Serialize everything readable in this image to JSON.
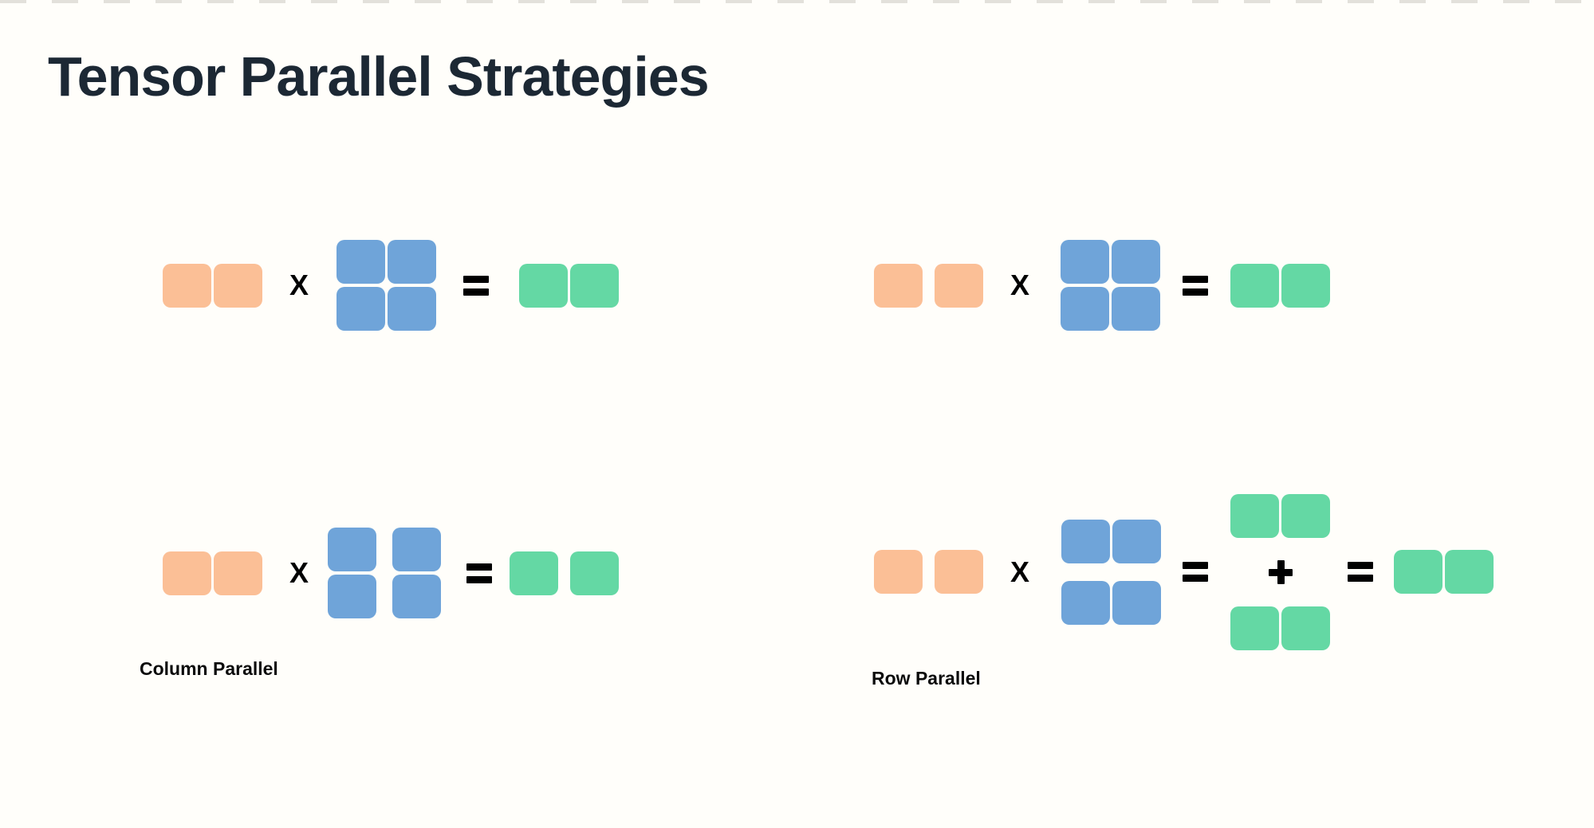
{
  "page": {
    "title": "Tensor Parallel Strategies"
  },
  "colors": {
    "background": "#FFFEFA",
    "title": "#1C2834",
    "label": "#0B0B0B",
    "symbol": "#000000",
    "orange": "#FBBF96",
    "blue": "#6FA4D9",
    "green": "#64D8A4",
    "edge": "#E3E1DB"
  },
  "symbols": {
    "multiply": "X",
    "equals": "=",
    "plus": "+"
  },
  "diagrams": {
    "top_left": {
      "equation": "activation (1x2) X weights (2x2) = output (1x2)",
      "input_cells": 2,
      "weight_cells": 4,
      "output_cells": 2,
      "weight_split": "none",
      "input_split": "none",
      "output_split": "none"
    },
    "top_right": {
      "equation": "activation (1x2) X weights (2x2) = output (1x2)",
      "input_cells": 2,
      "weight_cells": 4,
      "output_cells": 2,
      "weight_split": "none",
      "input_split": "split",
      "output_split": "none"
    },
    "bottom_left": {
      "label": "Column Parallel",
      "equation": "activation (1x2) X weights split by column = output split (1x2)",
      "input_cells": 2,
      "weight_cells": 4,
      "output_cells": 2,
      "weight_split": "columns",
      "input_split": "none",
      "output_split": "split"
    },
    "bottom_right": {
      "label": "Row Parallel",
      "equation": "activation split (1x2) X weights split by row = partial outputs summed = output (1x2)",
      "input_cells": 2,
      "weight_cells": 4,
      "partial_output_cells": 4,
      "output_cells": 2,
      "weight_split": "rows",
      "input_split": "split",
      "output_split": "none"
    }
  }
}
